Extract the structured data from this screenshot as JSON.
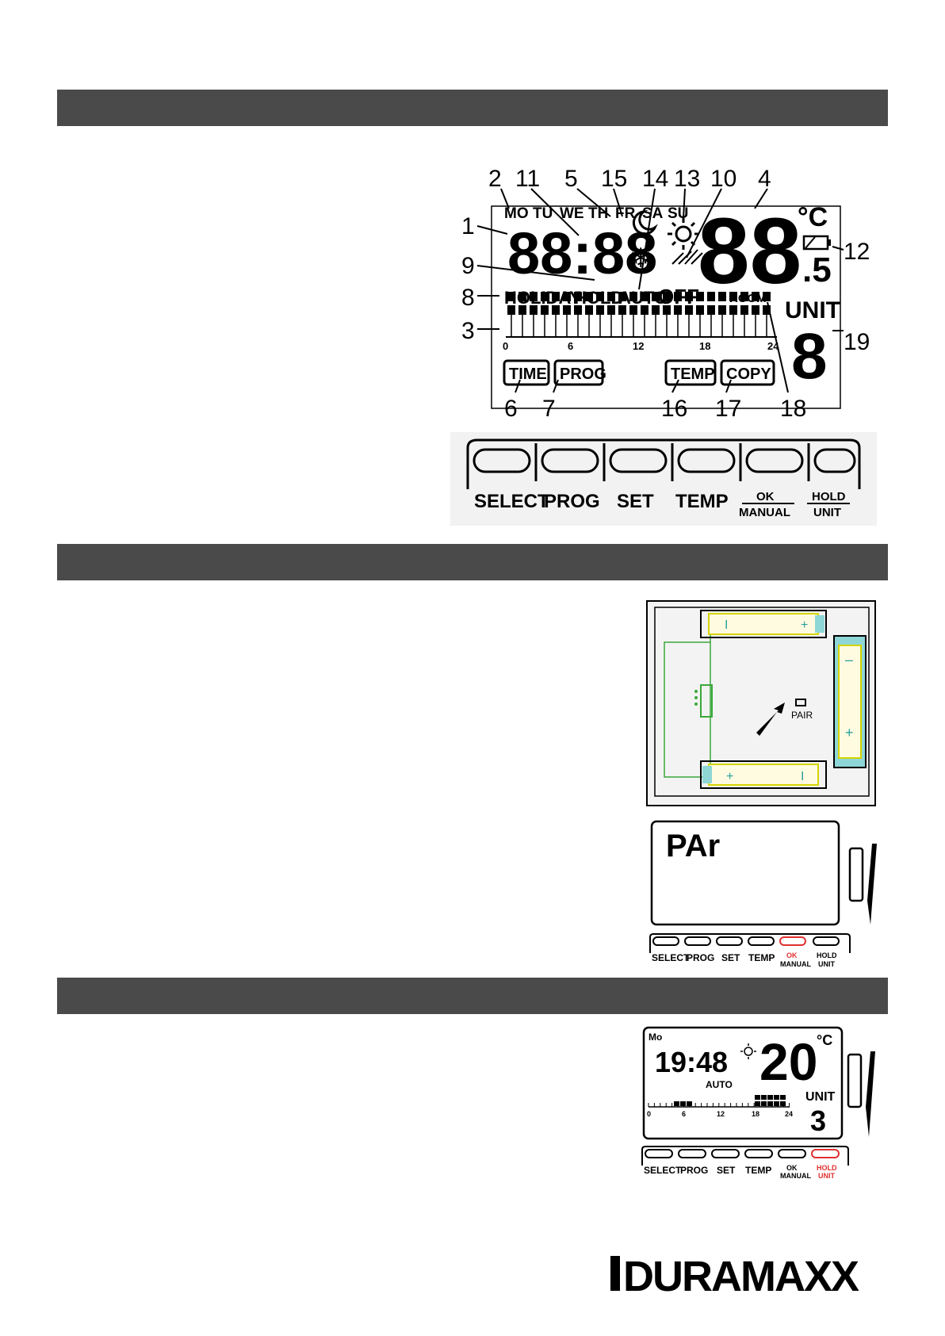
{
  "sections": [
    {
      "id": "section-1-header",
      "title": ""
    },
    {
      "id": "section-2-header",
      "title": ""
    },
    {
      "id": "section-3-header",
      "title": ""
    }
  ],
  "lcd_diagram": {
    "callouts": [
      "1",
      "2",
      "3",
      "4",
      "5",
      "6",
      "7",
      "8",
      "9",
      "10",
      "11",
      "12",
      "13",
      "14",
      "15",
      "16",
      "17",
      "18",
      "19"
    ],
    "days": [
      "MO",
      "TU",
      "WE",
      "TH",
      "FR",
      "SA",
      "SU"
    ],
    "time_digits": "88:88",
    "temp_digits": "88",
    "temp_decimal": ".5",
    "unit_symbol": "°C",
    "status_words": [
      "HOLIDAY",
      "HOLD",
      "AUTO",
      "OFF"
    ],
    "room_label": "ROOM",
    "unit_label": "UNIT",
    "unit_digit": "8",
    "timeline_ticks": [
      "0",
      "6",
      "12",
      "18",
      "24"
    ],
    "mode_boxes": [
      "TIME",
      "PROG",
      "TEMP",
      "COPY"
    ]
  },
  "button_panel": {
    "buttons": [
      "SELECT",
      "PROG",
      "SET",
      "TEMP",
      "OK",
      "MANUAL",
      "HOLD",
      "UNIT"
    ]
  },
  "back_panel": {
    "pair_label": "PAIR",
    "battery_plus": "+",
    "battery_minus": "I",
    "battery_minus_v": "–"
  },
  "pair_screen": {
    "display_text": "PAr",
    "buttons": [
      "SELECT",
      "PROG",
      "SET",
      "TEMP",
      "OK",
      "MANUAL",
      "HOLD",
      "UNIT"
    ],
    "highlight": "#e03030"
  },
  "status_screen": {
    "day": "Mo",
    "time": "19:48",
    "temperature": "20",
    "unit_symbol": "°C",
    "mode": "AUTO",
    "unit_label": "UNIT",
    "unit_number": "3",
    "timeline_ticks": [
      "0",
      "6",
      "12",
      "18",
      "24"
    ],
    "buttons": [
      "SELECT",
      "PROG",
      "SET",
      "TEMP",
      "OK",
      "MANUAL",
      "HOLD",
      "UNIT"
    ],
    "highlight": "#e03030"
  },
  "brand": {
    "logo_text": "DURAMAXX"
  }
}
